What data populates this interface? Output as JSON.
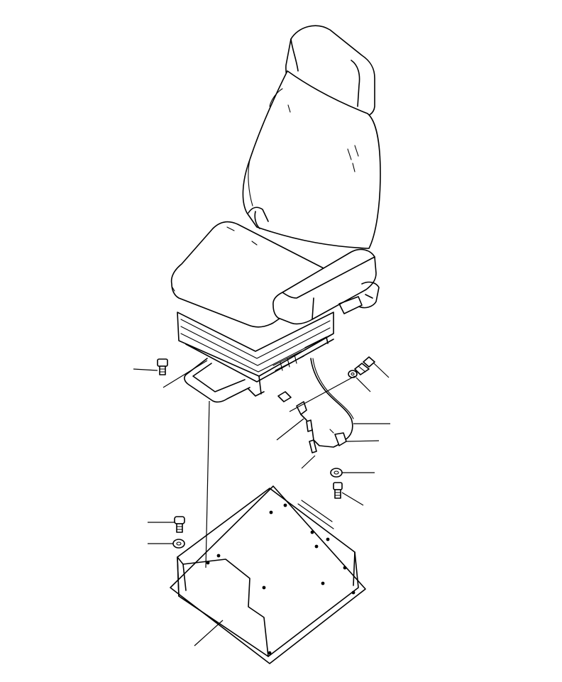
{
  "diagram": {
    "type": "exploded-parts-view",
    "subject": "operator-seat-assembly",
    "labels_printed": false,
    "callout_count": 13,
    "colors": {
      "line": "#000000",
      "background": "#ffffff"
    }
  }
}
